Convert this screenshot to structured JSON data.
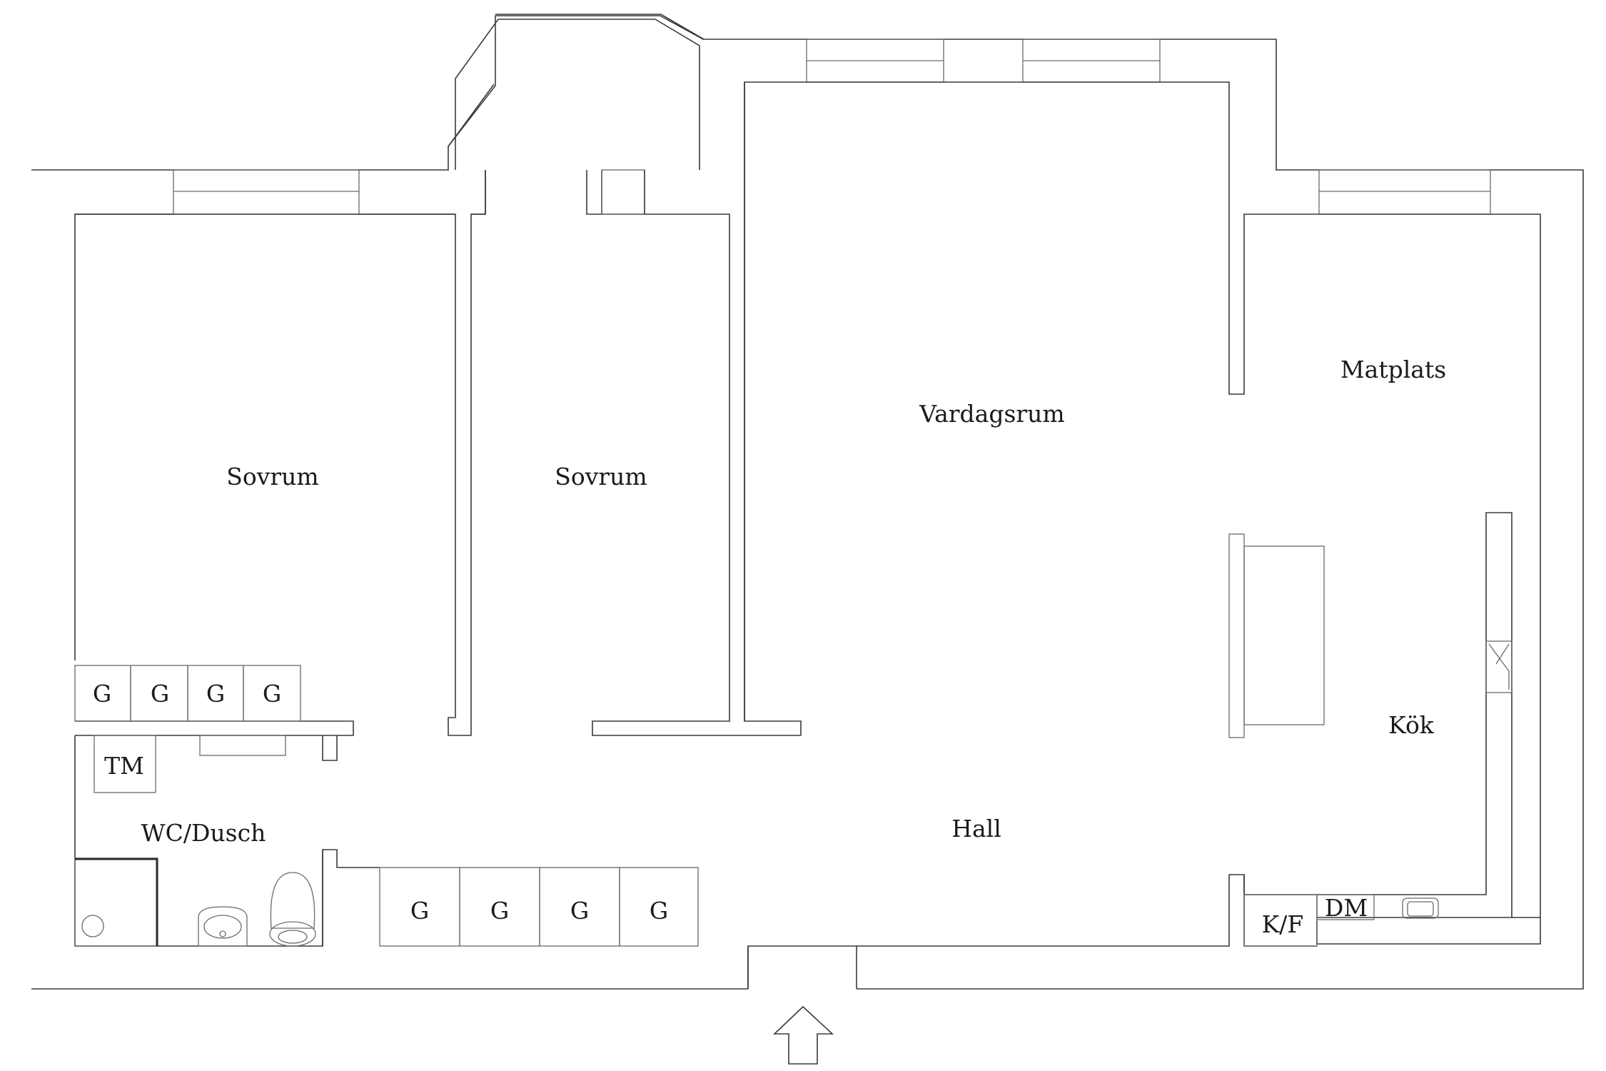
{
  "rooms": {
    "sovrum_left": "Sovrum",
    "sovrum_mid": "Sovrum",
    "vardagsrum": "Vardagsrum",
    "matplats": "Matplats",
    "kok": "Kök",
    "hall": "Hall",
    "wc": "WC/Dusch"
  },
  "fixtures": {
    "closet": "G",
    "tm": "TM",
    "kf": "K/F",
    "dm": "DM"
  },
  "icons": {
    "entrance": "entrance-arrow-icon"
  },
  "colors": {
    "line": "#3a3a3a",
    "background": "#ffffff"
  }
}
